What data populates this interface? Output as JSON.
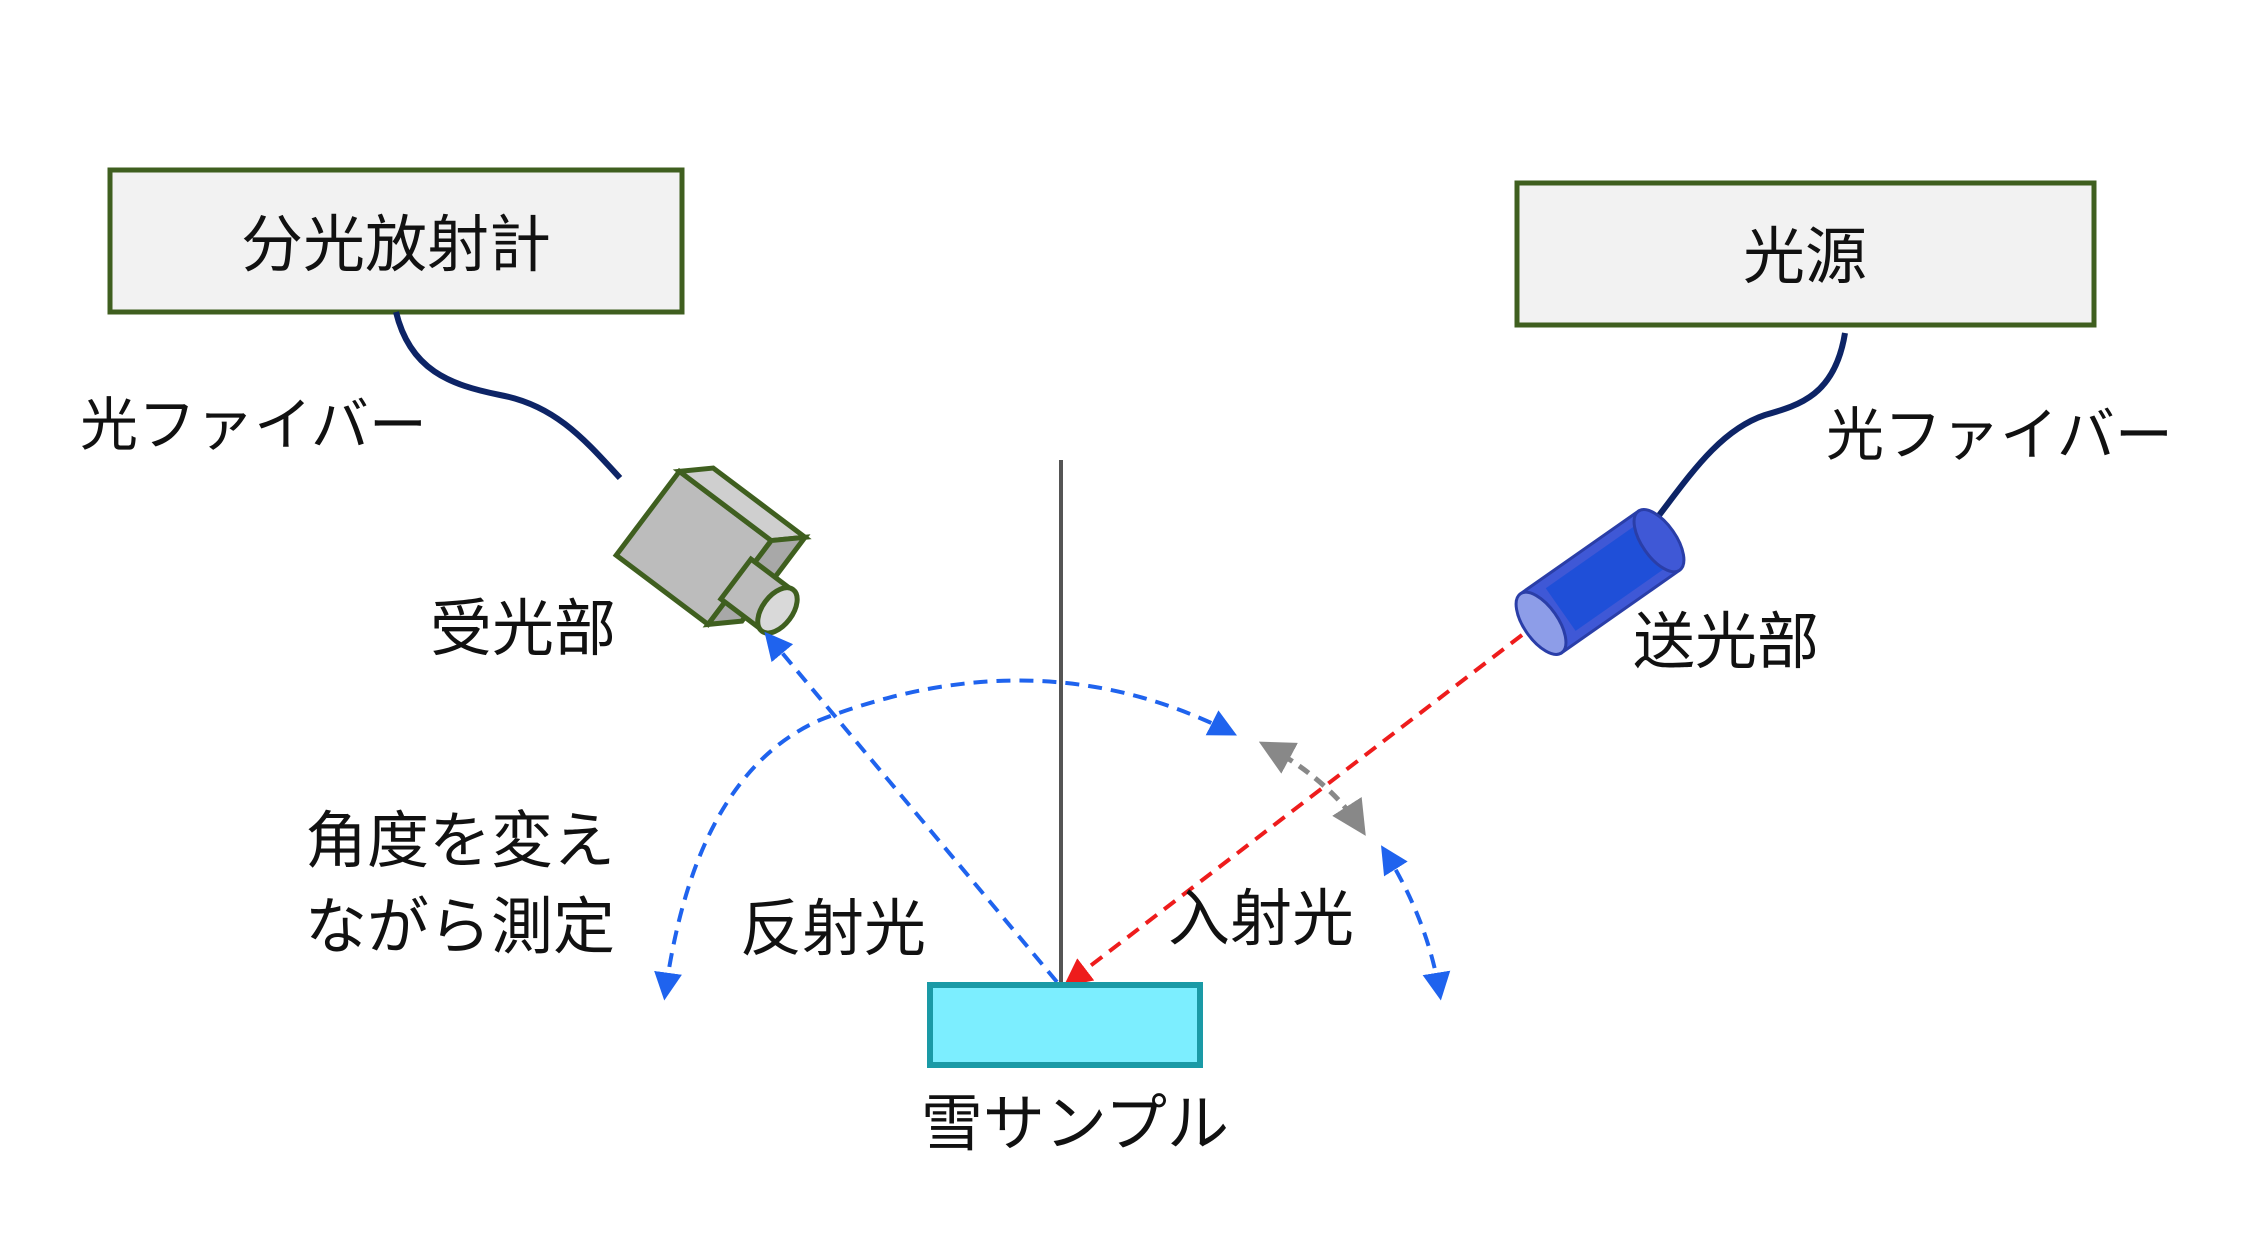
{
  "labels": {
    "spectroradiometer": "分光放射計",
    "light_source": "光源",
    "fiber_left": "光ファイバー",
    "fiber_right": "光ファイバー",
    "receiver": "受光部",
    "emitter": "送光部",
    "measure_line1": "角度を変え",
    "measure_line2": "ながら測定",
    "reflected_light": "反射光",
    "incident_light": "入射光",
    "snow_sample": "雪サンプル"
  },
  "colors": {
    "box_fill": "#f2f2f2",
    "box_border": "#3f5f1f",
    "fiber": "#0d2466",
    "receiver_fill": "#bcbcbc",
    "receiver_border": "#3f5f1f",
    "emitter_body": "#3f58d6",
    "emitter_face": "#8d9de8",
    "sample_fill": "#7ceeff",
    "sample_border": "#1a9aa6",
    "incident_ray": "#ee1c1c",
    "reflected_ray": "#1f63ee",
    "angle_arc": "#1f63ee",
    "angle_marker": "#888888",
    "normal_line": "#555555"
  }
}
